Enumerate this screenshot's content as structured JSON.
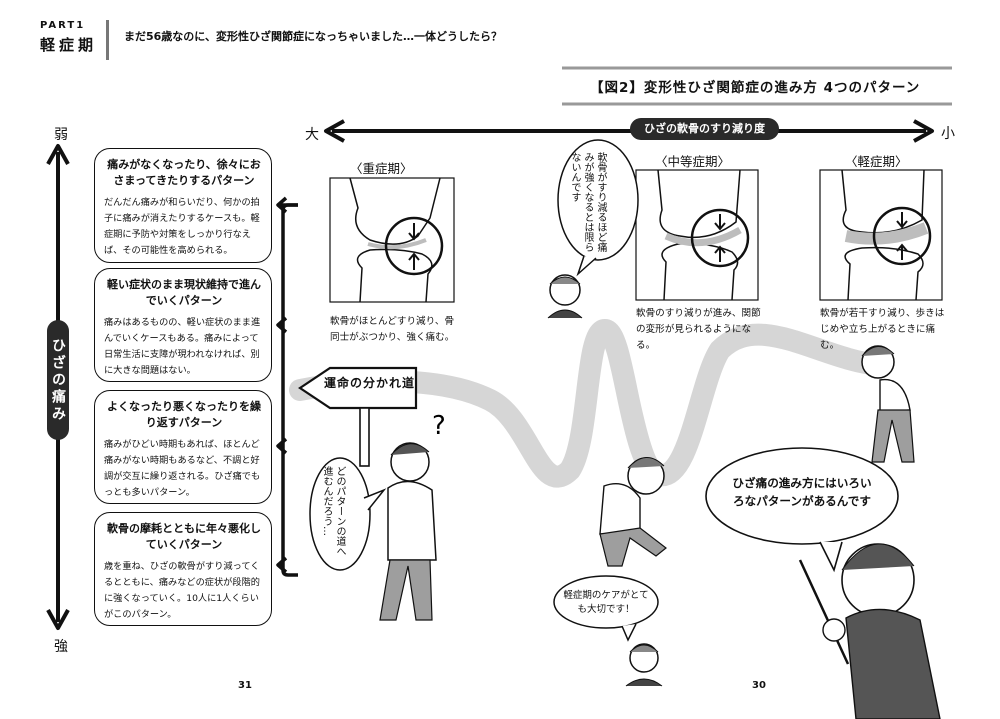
{
  "header": {
    "part": "PART1",
    "stage": "軽症期",
    "question": "まだ56歳なのに、変形性ひざ関節症になっちゃいました…一体どうしたら？"
  },
  "figure": {
    "title": "【図2】変形性ひざ関節症の進み方 4つのパターン"
  },
  "wear_axis": {
    "label": "ひざの軟骨のすり減り度",
    "left": "大",
    "right": "小"
  },
  "pain_axis": {
    "label": "ひざの痛み",
    "top": "弱",
    "bottom": "強"
  },
  "patterns": [
    {
      "title": "痛みがなくなったり、徐々におさまってきたりするパターン",
      "body": "だんだん痛みが和らいだり、何かの拍子に痛みが消えたりするケースも。軽症期に予防や対策をしっかり行なえば、その可能性を高められる。"
    },
    {
      "title": "軽い症状のまま現状維持で進んでいくパターン",
      "body": "痛みはあるものの、軽い症状のまま進んでいくケースもある。痛みによって日常生活に支障が現われなければ、別に大きな問題はない。"
    },
    {
      "title": "よくなったり悪くなったりを繰り返すパターン",
      "body": "痛みがひどい時期もあれば、ほとんど痛みがない時期もあるなど、不調と好調が交互に繰り返される。ひざ痛でもっとも多いパターン。"
    },
    {
      "title": "軟骨の摩耗とともに年々悪化していくパターン",
      "body": "歳を重ね、ひざの軟骨がすり減ってくるとともに、痛みなどの症状が段階的に強くなっていく。10人に1人くらいがこのパターン。"
    }
  ],
  "stages": {
    "severe": {
      "label": "〈重症期〉",
      "caption": "軟骨がほとんどすり減り、骨同士がぶつかり、強く痛む。"
    },
    "moderate": {
      "label": "〈中等症期〉",
      "caption": "軟骨のすり減りが進み、関節の変形が見られるようになる。"
    },
    "mild": {
      "label": "〈軽症期〉",
      "caption": "軟骨が若干すり減り、歩きはじめや立ち上がるときに痛む。"
    }
  },
  "balloons": {
    "doctor_note": "軟骨がすり減るほど痛みが強くなるとは限らないんです",
    "crossroads_sign": "運命の分かれ道",
    "wondering": "どのパターンの道へ進むんだろう…",
    "main": "ひざ痛の進み方にはいろいろなパターンがあるんです",
    "care": "軽症期のケアがとても大切です！"
  },
  "page_numbers": {
    "left": "31",
    "right": "30"
  },
  "colors": {
    "road": "#d6d6d6",
    "pill": "#2a2a2a",
    "cartilage": "#bdbdbd"
  }
}
